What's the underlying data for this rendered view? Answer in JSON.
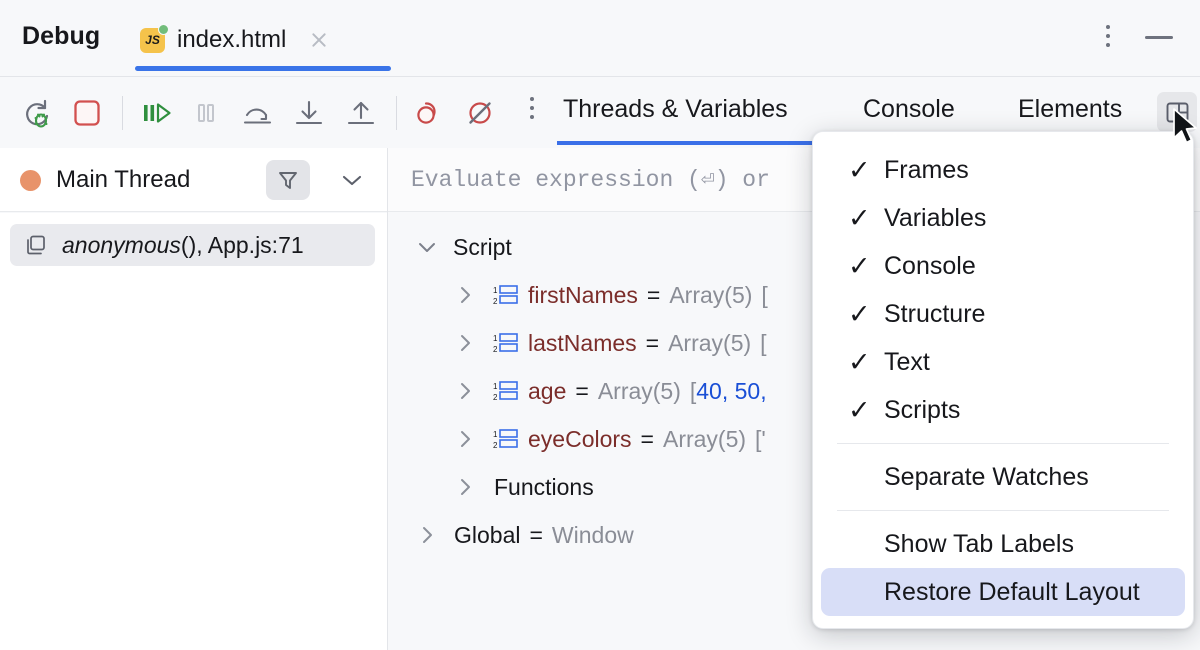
{
  "window": {
    "title": "Debug",
    "more_icon": "vertical-ellipsis-icon",
    "minimize_icon": "minimize-icon"
  },
  "tab": {
    "label": "index.html",
    "badge_text": "JS",
    "badge_color": "#f5c34b",
    "status_dot_color": "#72bd7b",
    "close_icon": "close-icon",
    "active_underline_color": "#3a74e8"
  },
  "toolbar": {
    "buttons": [
      {
        "name": "rerun-debug-button",
        "icon": "rerun-debug-icon",
        "title": "Rerun"
      },
      {
        "name": "stop-button",
        "icon": "stop-square-icon",
        "title": "Stop"
      },
      {
        "name": "resume-button",
        "icon": "resume-program-icon",
        "title": "Resume Program"
      },
      {
        "name": "pause-button",
        "icon": "pause-program-icon",
        "title": "Pause Program"
      },
      {
        "name": "step-over-button",
        "icon": "step-over-icon",
        "title": "Step Over"
      },
      {
        "name": "step-into-button",
        "icon": "step-into-icon",
        "title": "Step Into"
      },
      {
        "name": "step-out-button",
        "icon": "step-out-icon",
        "title": "Step Out"
      },
      {
        "name": "view-breakpoints-button",
        "icon": "view-breakpoints-icon",
        "title": "View Breakpoints"
      },
      {
        "name": "mute-breakpoints-button",
        "icon": "mute-breakpoints-icon",
        "title": "Mute Breakpoints"
      },
      {
        "name": "toolbar-more-button",
        "icon": "vertical-ellipsis-icon",
        "title": "More"
      }
    ]
  },
  "view_tabs": {
    "items": [
      {
        "label": "Threads & Variables",
        "active": true
      },
      {
        "label": "Console",
        "active": false
      },
      {
        "label": "Elements",
        "active": false
      }
    ],
    "active_underline_color": "#3a6fe8",
    "layout_settings_icon": "layout-settings-icon"
  },
  "threads_panel": {
    "thread_name": "Main Thread",
    "thread_status_color": "#e8936a",
    "filter_icon": "filter-funnel-icon",
    "chevron_icon": "chevron-down-icon",
    "frames": [
      {
        "icon": "stack-frame-icon",
        "function": "anonymous",
        "parens": "()",
        "location": ", App.js:71",
        "selected": true
      }
    ]
  },
  "variables_panel": {
    "evaluate_placeholder": "Evaluate expression (⏎) or",
    "tree": [
      {
        "name": "Script",
        "expanded": true,
        "indent": 0,
        "kind": "group",
        "icon": "chevron-down-icon"
      },
      {
        "name": "firstNames",
        "indent": 1,
        "kind": "array",
        "icon": "array-icon",
        "eq": "=",
        "value": "Array(5)",
        "tail": "[",
        "expanded": false
      },
      {
        "name": "lastNames",
        "indent": 1,
        "kind": "array",
        "icon": "array-icon",
        "eq": "=",
        "value": "Array(5)",
        "tail": "[",
        "expanded": false
      },
      {
        "name": "age",
        "indent": 1,
        "kind": "array",
        "icon": "array-icon",
        "eq": "=",
        "value": "Array(5)",
        "tail": "[",
        "numbers": "40, 50,",
        "expanded": false
      },
      {
        "name": "eyeColors",
        "indent": 1,
        "kind": "array",
        "icon": "array-icon",
        "eq": "=",
        "value": "Array(5)",
        "tail": "['",
        "expanded": false
      },
      {
        "name": "Functions",
        "indent": 1,
        "kind": "group",
        "icon": "chevron-right-icon",
        "expanded": false
      },
      {
        "name": "Global",
        "indent": 0,
        "kind": "object",
        "icon": "chevron-right-icon",
        "eq": "=",
        "value": "Window",
        "expanded": false
      }
    ]
  },
  "layout_menu": {
    "checked_items": [
      {
        "label": "Frames",
        "checked": true
      },
      {
        "label": "Variables",
        "checked": true
      },
      {
        "label": "Console",
        "checked": true
      },
      {
        "label": "Structure",
        "checked": true
      },
      {
        "label": "Text",
        "checked": true
      },
      {
        "label": "Scripts",
        "checked": true
      }
    ],
    "group_two": [
      {
        "label": "Separate Watches",
        "checked": false
      }
    ],
    "group_three": [
      {
        "label": "Show Tab Labels",
        "checked": false,
        "selected": false
      },
      {
        "label": "Restore Default Layout",
        "checked": false,
        "selected": true
      }
    ],
    "check_glyph": "✓",
    "highlight_color": "#d8def7"
  },
  "cursor": {
    "icon": "mouse-pointer-icon"
  }
}
